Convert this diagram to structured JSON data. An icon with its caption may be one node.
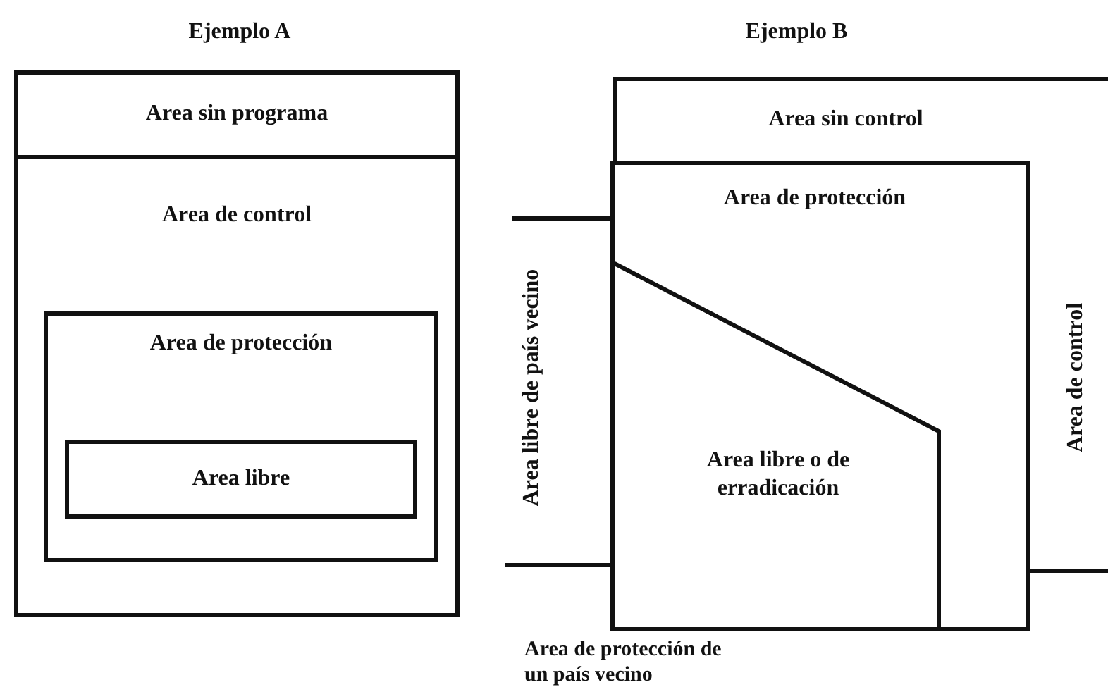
{
  "diagram": {
    "nodes": [
      {
        "text": [
          "Area de control"
        ]
      },
      {
        "text": [
          "Area sin programa"
        ],
        "in": 0
      },
      {
        "text": [
          "Area de protección"
        ],
        "in": 0
      },
      {
        "text": [
          "Area libre"
        ],
        "in": 2
      },
      {
        "text": [
          "Area de protección"
        ]
      },
      {
        "text": [
          "Area libre o de erradicación"
        ],
        "in": 4
      }
    ],
    "labels": [
      "Ejemplo A",
      "Ejemplo B",
      "Area sin control",
      "Area libre de país vecino",
      "Area de control",
      "Area de protección de un país vecino"
    ]
  }
}
